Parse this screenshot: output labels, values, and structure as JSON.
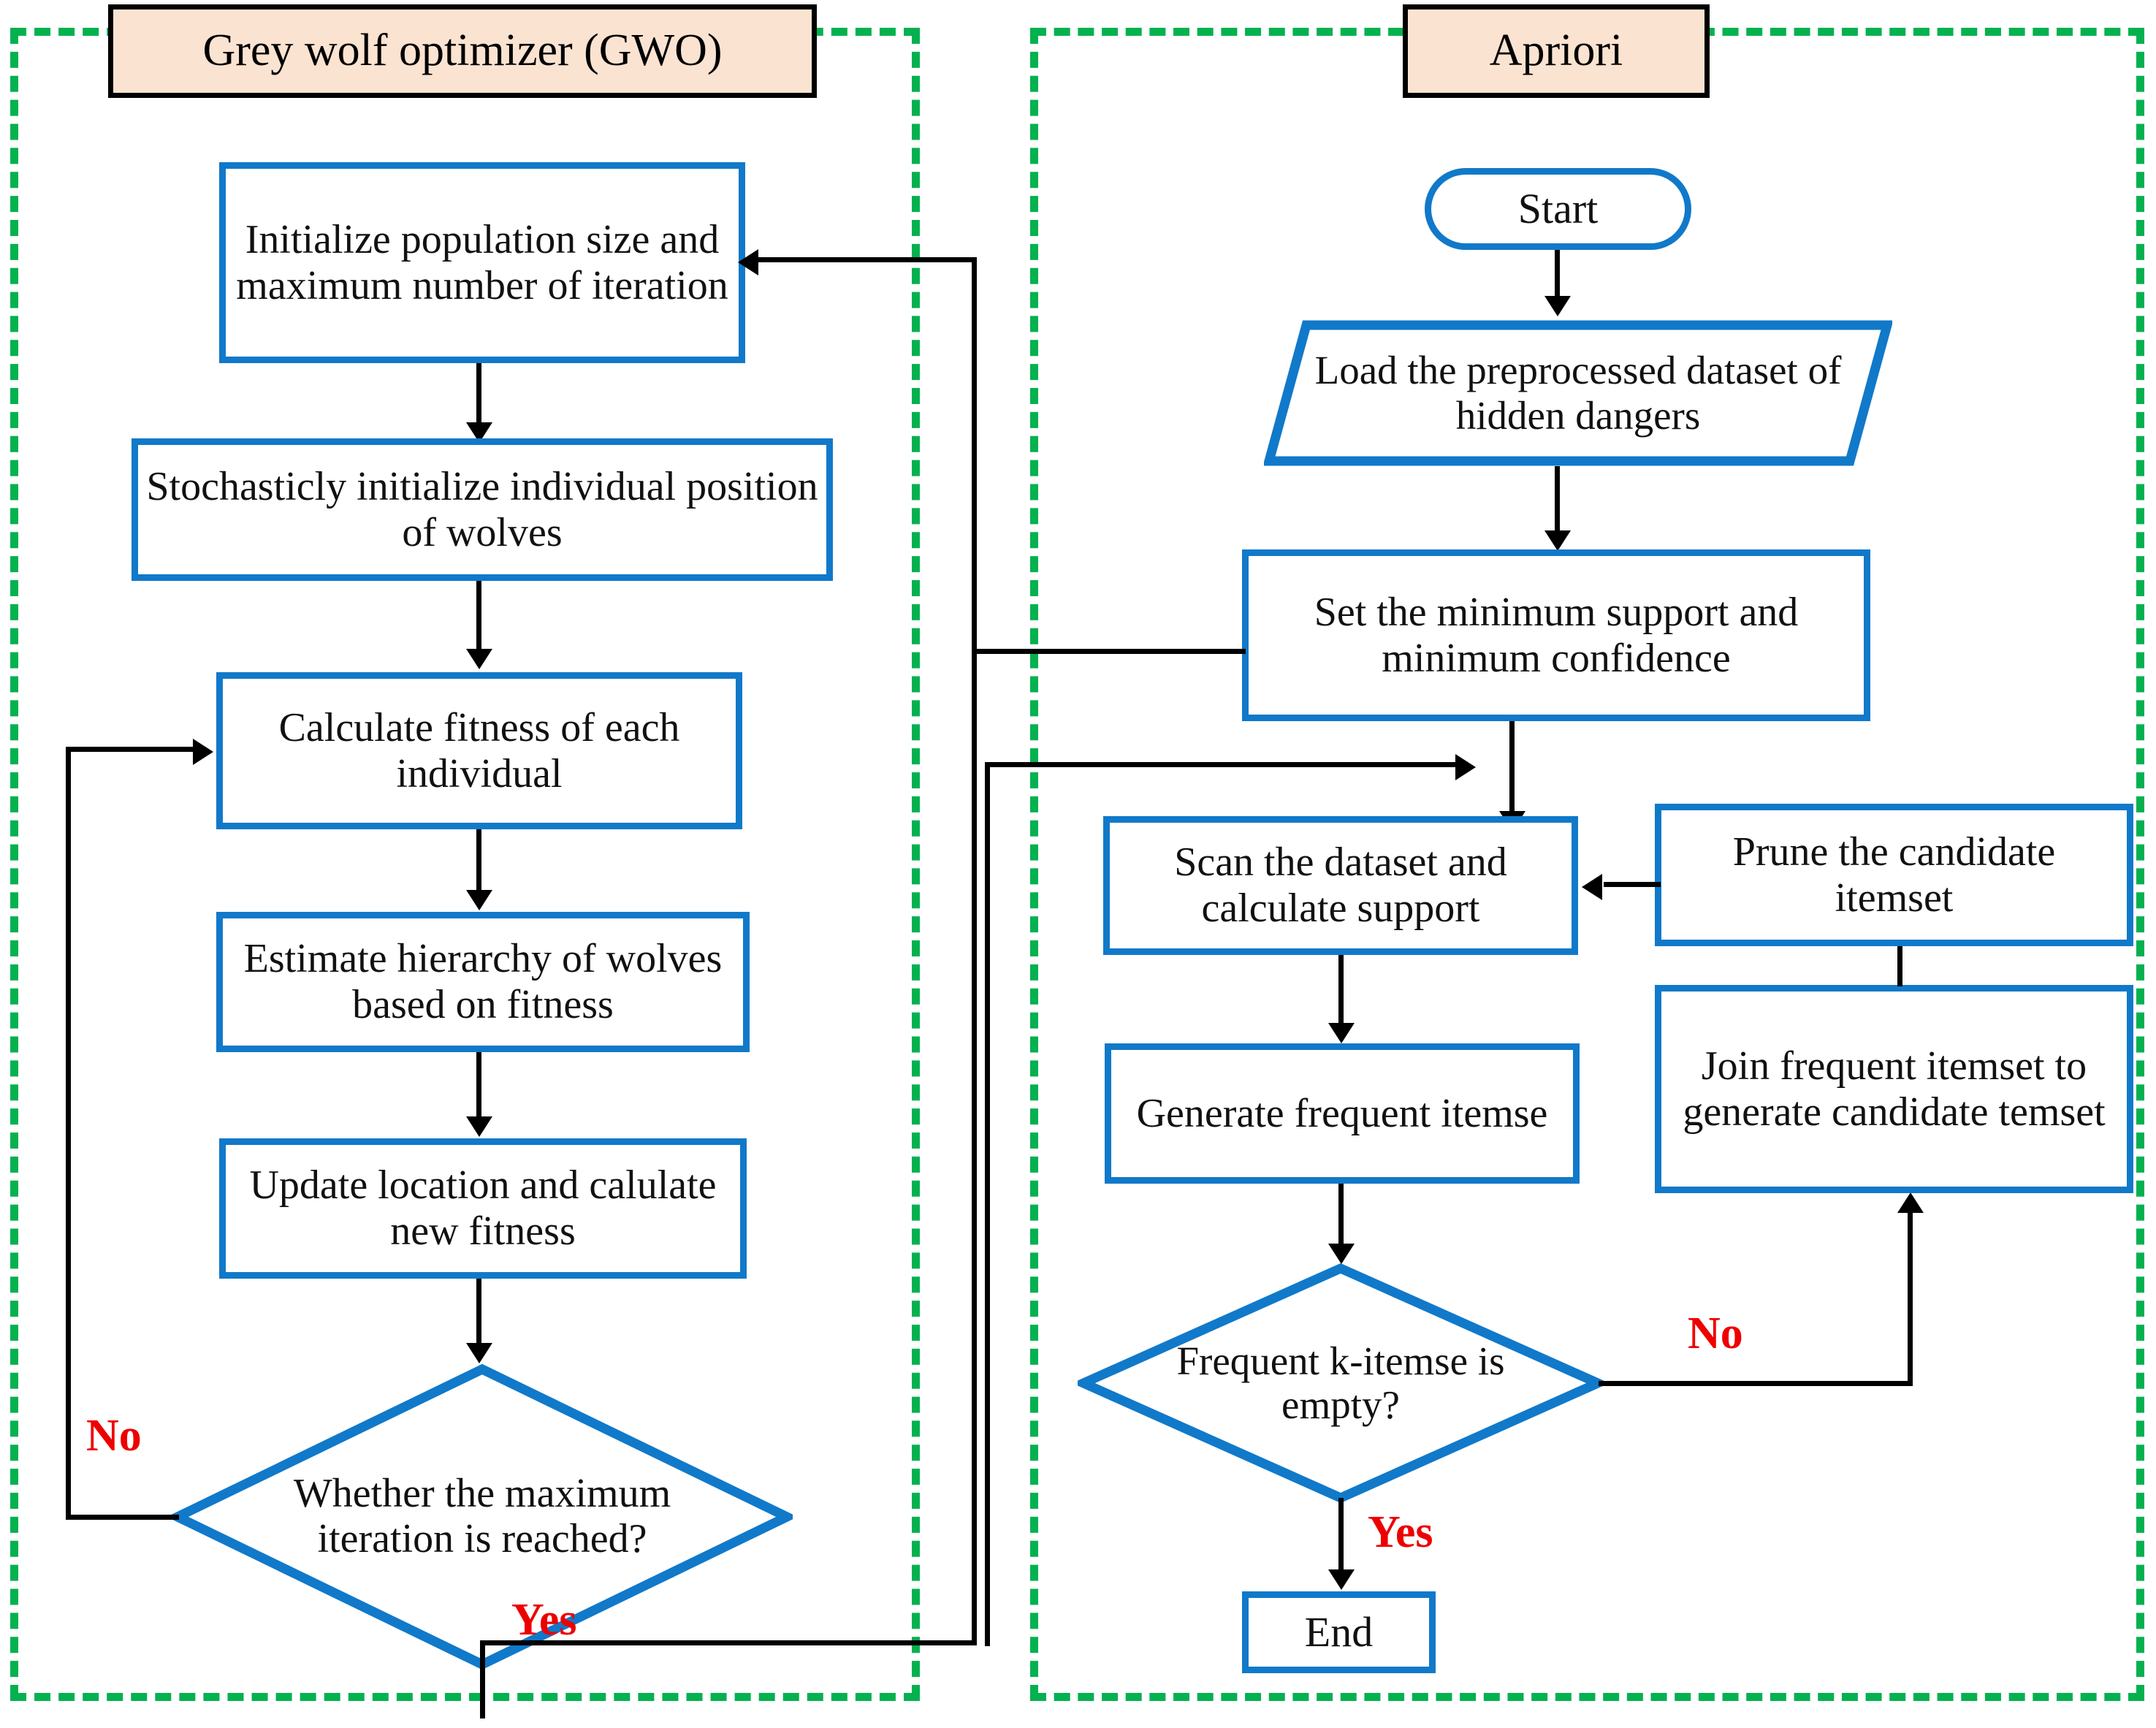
{
  "diagram": {
    "title": "GWO and Apriori algorithm flowchart",
    "colors": {
      "node_border": "#1179C9",
      "group_border": "#04B14F",
      "plate_fill": "#FBE3D1",
      "plate_border": "#000000",
      "edge_label": "#EE0000",
      "connector": "#000000",
      "node_fill": "#FFFFFF"
    }
  },
  "panels": [
    {
      "id": "gwo",
      "title": "Grey wolf optimizer (GWO)"
    },
    {
      "id": "apriori",
      "title": "Apriori"
    }
  ],
  "gwo": {
    "nodes": {
      "init_population": "Initialize population size and maximum number of iteration",
      "stochastic_init": "Stochasticly initialize individual position of wolves",
      "calc_fitness": "Calculate fitness of each individual",
      "estimate_hierarchy": "Estimate hierarchy of wolves based on fitness",
      "update_location": "Update location and calulate new fitness",
      "max_iteration_check": "Whether the maximum iteration is reached?"
    },
    "labels": {
      "no": "No",
      "yes": "Yes"
    }
  },
  "apriori": {
    "nodes": {
      "start": "Start",
      "load_dataset": "Load the preprocessed dataset of hidden dangers",
      "set_minimums": "Set the minimum support and minimum confidence",
      "scan_dataset": "Scan the dataset and calculate support",
      "generate_frequent": "Generate frequent itemse",
      "prune_candidate": "Prune the candidate  itemset",
      "join_frequent": "Join frequent itemset to generate candidate temset",
      "empty_check": "Frequent  k-itemse is empty?",
      "end": "End"
    },
    "labels": {
      "no": "No",
      "yes": "Yes"
    }
  }
}
